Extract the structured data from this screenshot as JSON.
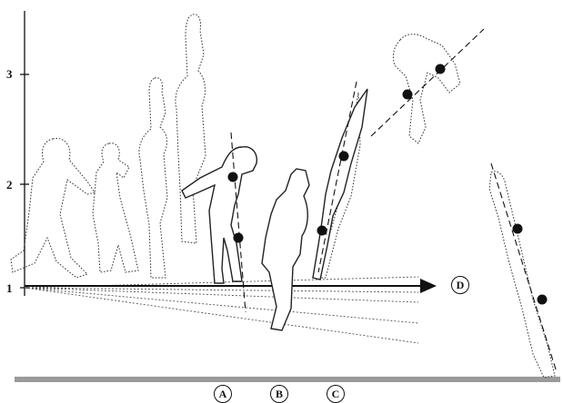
{
  "axis": {
    "ticks": [
      {
        "id": "tick-3",
        "label": "3"
      },
      {
        "id": "tick-2",
        "label": "2"
      },
      {
        "id": "tick-1",
        "label": "1"
      }
    ]
  },
  "phases": [
    {
      "id": "phase-a",
      "label": "A"
    },
    {
      "id": "phase-b",
      "label": "B"
    },
    {
      "id": "phase-c",
      "label": "C"
    }
  ],
  "direction": {
    "label": "D"
  },
  "colors": {
    "line": "#111111",
    "figure": "#222222",
    "ground": "#9a9a9a"
  }
}
